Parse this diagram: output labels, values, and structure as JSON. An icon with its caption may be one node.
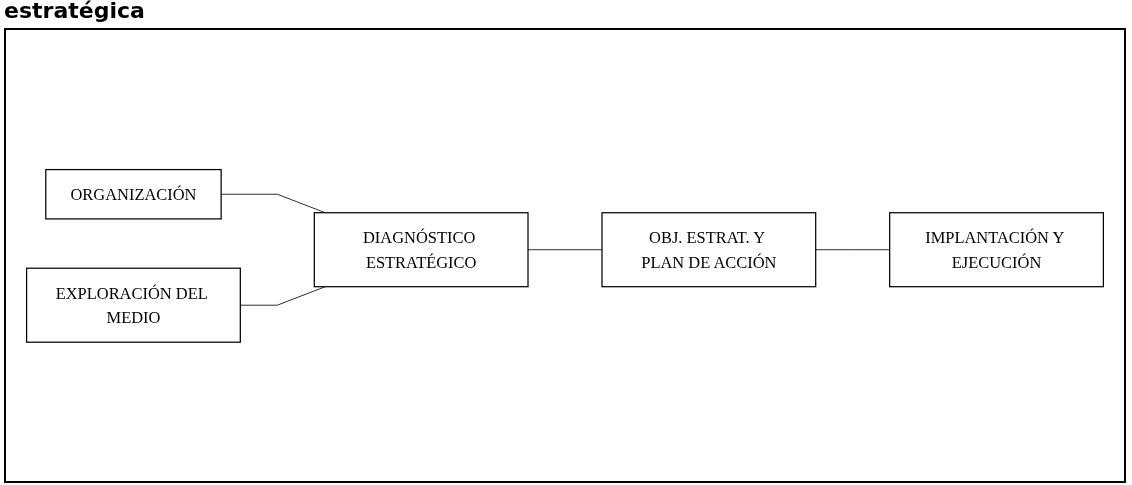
{
  "diagram": {
    "title": "estratégica",
    "nodes": [
      {
        "text": [
          "ORGANIZACIÓN"
        ]
      },
      {
        "text": [
          "DIAGNÓSTICO ESTRATÉGICO"
        ]
      },
      {
        "text": [
          "OBJ. ESTRAT. Y PLAN DE ACCIÓN"
        ]
      },
      {
        "text": [
          "IMPLANTACIÓN Y EJECUCIÓN"
        ]
      },
      {
        "text": [
          "EXPLORACIÓN DEL MEDIO"
        ]
      }
    ],
    "edges": [
      {
        "from": 0,
        "to": 1,
        "arrow": "none"
      },
      {
        "from": 4,
        "to": 1,
        "arrow": "none"
      },
      {
        "from": 1,
        "to": 2,
        "arrow": "none"
      },
      {
        "from": 2,
        "to": 3,
        "arrow": "none"
      }
    ]
  }
}
